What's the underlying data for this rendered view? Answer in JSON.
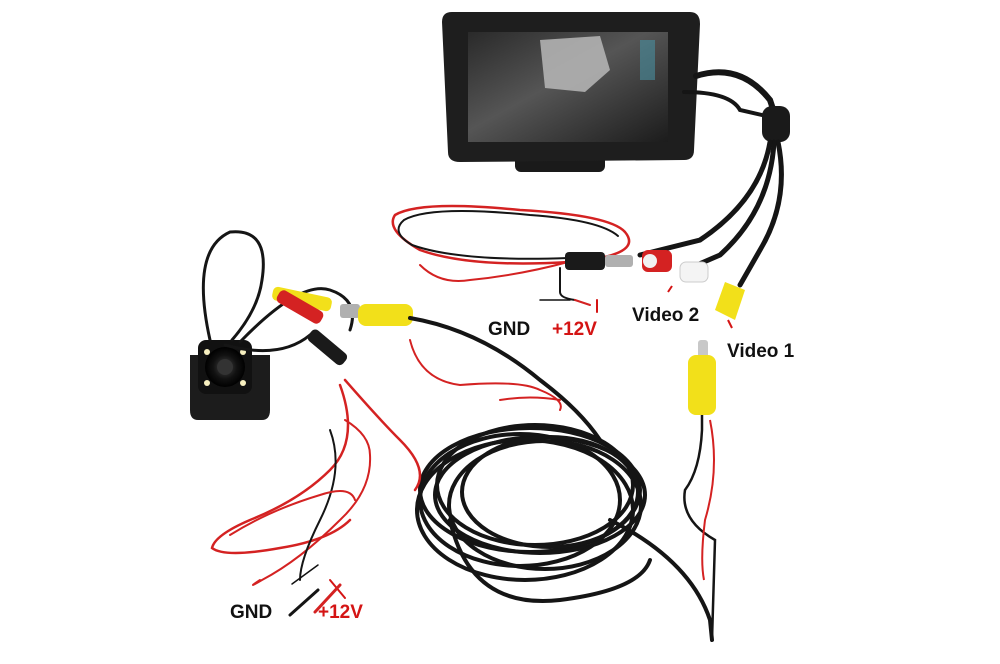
{
  "labels": {
    "top_gnd": "GND",
    "top_12v": "+12V",
    "video2": "Video 2",
    "video1": "Video 1",
    "bottom_gnd": "GND",
    "bottom_12v": "+12V"
  },
  "colors": {
    "wire_red": "#d42222",
    "wire_black": "#151515",
    "rca_yellow": "#f2e01a",
    "rca_white": "#f4f4f4",
    "label_red": "#d41414",
    "label_black": "#111111"
  }
}
